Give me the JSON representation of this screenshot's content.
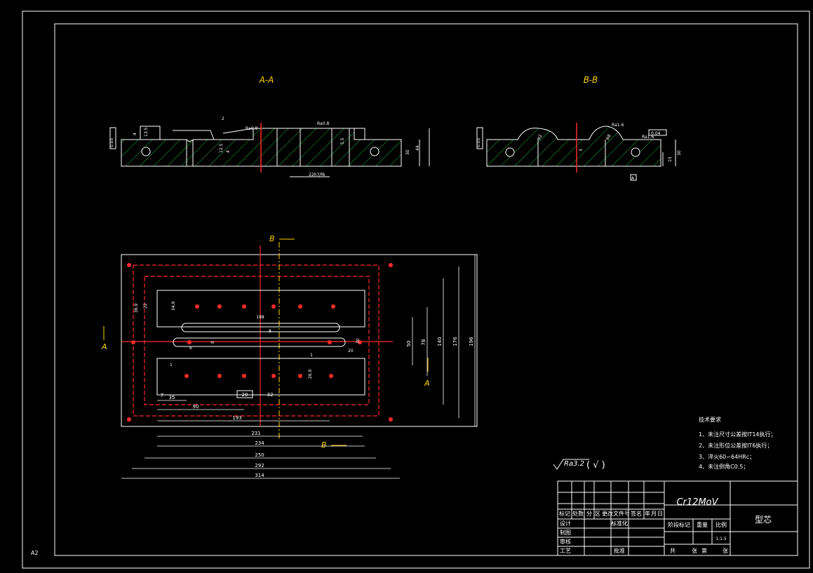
{
  "sheet": {
    "size_label": "A2"
  },
  "views": {
    "section_aa": {
      "title": "A-A",
      "dims": [
        "2",
        "4",
        "13.5",
        "12.5",
        "4",
        "5.5",
        "30",
        "44",
        "22h7/f6",
        "0.05",
        "Ra0.8",
        "Ra0.8"
      ]
    },
    "section_bb": {
      "title": "B-B",
      "dims": [
        "3",
        "R2",
        "R8",
        "30",
        "15",
        "A",
        "0.05",
        "0.04",
        "Ra1.6",
        "Ra1.6"
      ]
    },
    "plan": {
      "section_marks": {
        "b_top": "B",
        "b_bottom": "B",
        "a_left": "A",
        "a_right": "A"
      },
      "dims_bottom": [
        "231",
        "234",
        "250",
        "292",
        "314",
        "193",
        "90",
        "35",
        "20",
        "32",
        "7"
      ],
      "dims_right": [
        "50",
        "78",
        "140",
        "176",
        "196"
      ],
      "dims_inner": [
        "188",
        "6",
        "8",
        "8",
        "30",
        "36.9",
        "22",
        "34.9",
        "1",
        "1",
        "26.9",
        "20"
      ]
    }
  },
  "surface_finish": {
    "label": "Ra3.2",
    "suffix": "( √ )"
  },
  "tech_requirements": {
    "title": "技术要求",
    "items": [
      "1、未注尺寸公差按IT14执行；",
      "2、未注形位公差按IT6执行；",
      "3、淬火60~64HRc；",
      "4、未注倒角C0.5；"
    ]
  },
  "title_block": {
    "material": "Cr12MoV",
    "part_name": "型芯",
    "scale": "1:1.5",
    "header_row": [
      "标记",
      "处数",
      "分",
      "区",
      "更改文件号",
      "签名",
      "年",
      "月",
      "日"
    ],
    "roles": [
      "设计",
      "制图",
      "审核",
      "工艺"
    ],
    "std_label": "标准化",
    "approve_label": "批准",
    "stage_label": "阶段标记",
    "weight_label": "重量",
    "scale_label": "比例",
    "sheet_row": [
      "共",
      "张",
      "第",
      "张"
    ]
  }
}
